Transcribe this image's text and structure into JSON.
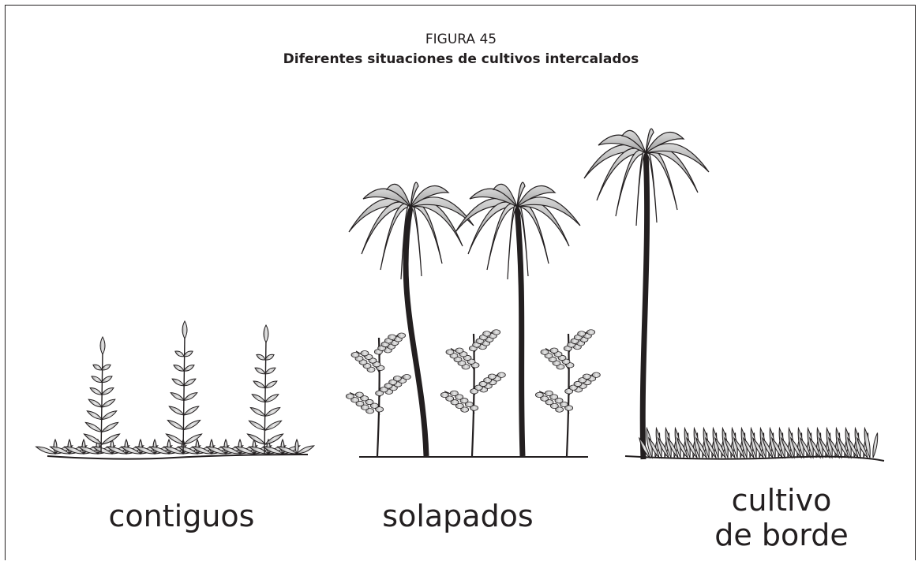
{
  "figure": {
    "number": "FIGURA 45",
    "title": "Diferentes situaciones de cultivos intercalados"
  },
  "panels": [
    {
      "label": "contiguos"
    },
    {
      "label": "solapados"
    },
    {
      "label_line1": "cultivo",
      "label_line2": "de borde"
    }
  ],
  "colors": {
    "ink": "#231f20",
    "leaf_fill": "#c8c8c8",
    "leaf_light": "#eeeeee"
  }
}
